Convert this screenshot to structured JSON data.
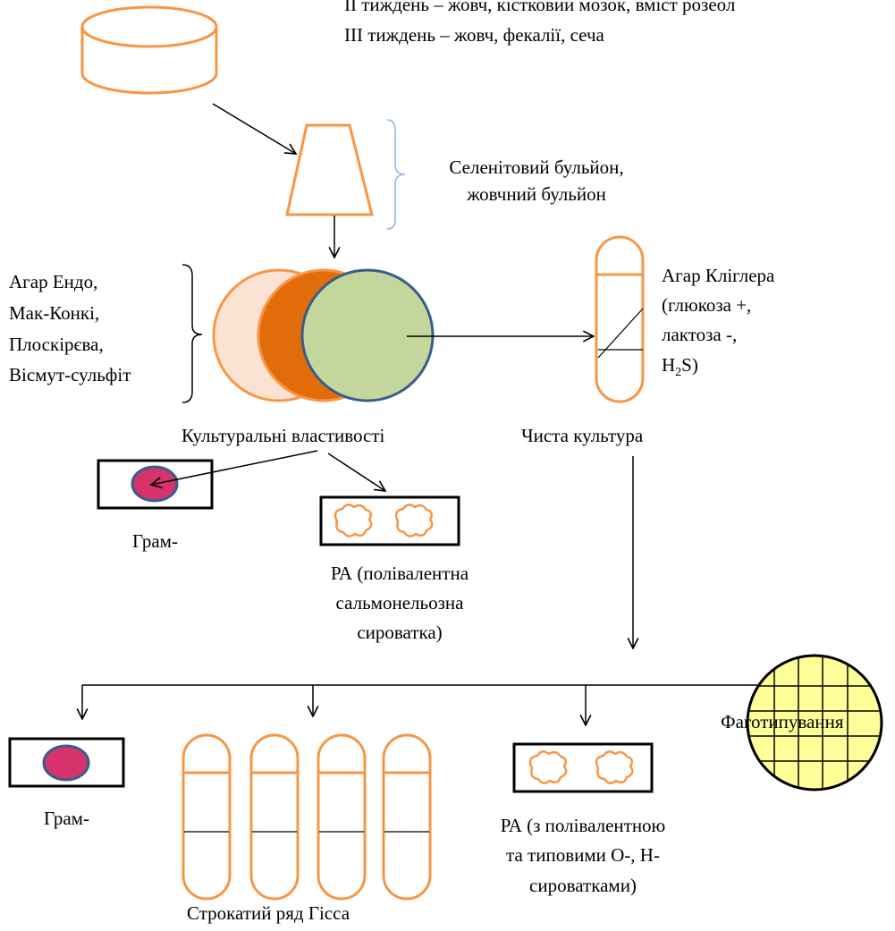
{
  "header": {
    "line2": "ІІ тиждень – жовч, кістковий мозок, вміст розеол",
    "line3": "ІІІ тиждень – жовч, фекалії, сеча"
  },
  "enrichment": {
    "line1": "Селенітовий бульйон,",
    "line2": "жовчний бульйон"
  },
  "media": {
    "lines": [
      "Агар Ендо,",
      "Мак-Конкі,",
      "Плоскірєва,",
      "Вісмут-сульфіт"
    ]
  },
  "kligler": {
    "line1": "Агар Кліглера",
    "line2": "(глюкоза +,",
    "line3": "лактоза -,",
    "line4_main": "H",
    "line4_sub": "2",
    "line4_rest": "S)"
  },
  "cultural": "Культуральні властивості",
  "pure_culture": "Чиста культура",
  "gram_top": "Грам-",
  "ra_top": {
    "line1": "РА (полівалентна",
    "line2": "сальмонельозна",
    "line3": "сироватка)"
  },
  "gram_bottom": "Грам-",
  "hiss": "Строкатий ряд Гісса",
  "ra_bottom": {
    "line1": "РА (з полівалентною",
    "line2": "та типовими О-, Н-",
    "line3": "сироватками)"
  },
  "phage": "Фаготипування",
  "colors": {
    "orange_outline": "#f79646",
    "dish_light": "#fbe3d3",
    "dish_dark": "#e36c0a",
    "dish_green": "#c3d69b",
    "blue_outline": "#385d8a",
    "cell_pink": "#d6336c",
    "phage_yellow": "#ffff99"
  }
}
